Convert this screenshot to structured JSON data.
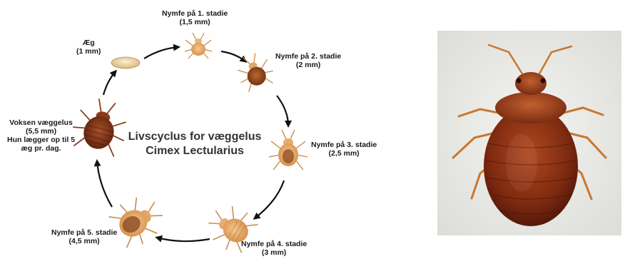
{
  "title": {
    "line1": "Livscyclus for væggelus",
    "line2": "Cimex Lectularius"
  },
  "stages": [
    {
      "id": "egg",
      "line1": "Æg",
      "line2": "(1 mm)"
    },
    {
      "id": "nymph1",
      "line1": "Nymfe på 1. stadie",
      "line2": "(1,5 mm)"
    },
    {
      "id": "nymph2",
      "line1": "Nymfe på 2. stadie",
      "line2": "(2 mm)"
    },
    {
      "id": "nymph3",
      "line1": "Nymfe på 3. stadie",
      "line2": "(2,5 mm)"
    },
    {
      "id": "nymph4",
      "line1": "Nymfe på 4. stadie",
      "line2": "(3 mm)"
    },
    {
      "id": "nymph5",
      "line1": "Nymfe på 5. stadie",
      "line2": "(4,5 mm)"
    },
    {
      "id": "adult",
      "line1": "Voksen væggelus",
      "line2": "(5,5 mm)",
      "line3": "Hun lægger op til 5",
      "line4": "æg pr. dag."
    }
  ],
  "colors": {
    "arrow": "#111111",
    "egg": "#e8c98c",
    "nymph_light": "#e6a866",
    "nymph_dark": "#8b4a20",
    "adult": "#7a2e14",
    "photo_bg": "#ececea"
  }
}
